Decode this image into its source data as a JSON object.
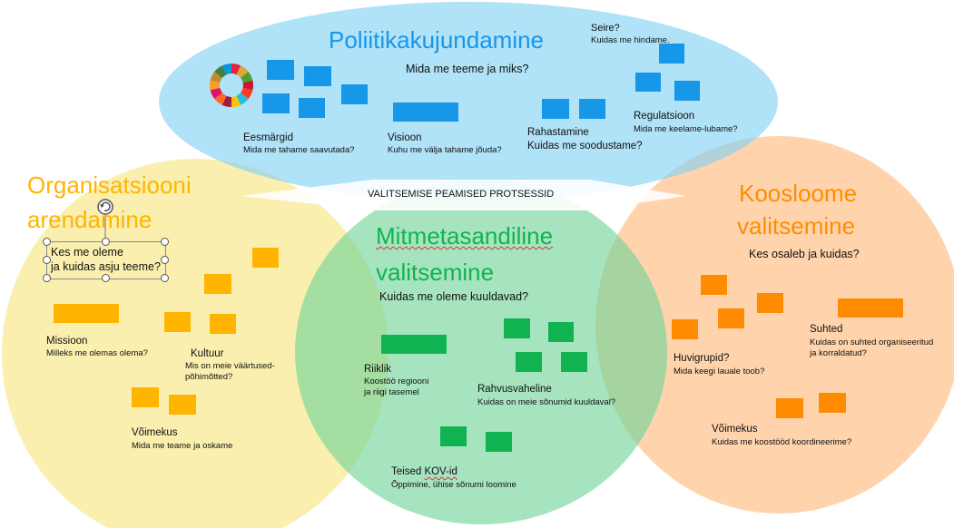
{
  "banner": {
    "text": "VALITSEMISE PEAMISED PROTSESSID"
  },
  "policy": {
    "title": "Poliitikakujundamine",
    "question": "Mida me teeme ja miks?",
    "monitoring_title": "Seire?",
    "monitoring_sub": "Kuidas me hindame.",
    "goals_title": "Eesmärgid",
    "goals_sub": "Mida me tahame saavutada?",
    "vision_title": "Visioon",
    "vision_sub": "Kuhu me välja tahame jõuda?",
    "funding_title": "Rahastamine",
    "funding_sub": "Kuidas me soodustame?",
    "regulation_title": "Regulatsioon",
    "regulation_sub": "Mida me keelame-lubame?",
    "color": "#7fd0f4"
  },
  "org": {
    "title_line1": "Organisatsiooni",
    "title_line2": "arendamine",
    "textbox": "Kes me oleme\nja kuidas asju teeme?",
    "mission_title": "Missioon",
    "mission_sub": "Milleks me olemas olema?",
    "culture_title": "Kultuur",
    "culture_sub": "Mis on meie väärtused-\npõhimõtted?",
    "capacity_title": "Võimekus",
    "capacity_sub": "Mida me teame ja oskame",
    "color": "#f6e26c",
    "title_color": "#ffb400"
  },
  "multi": {
    "title_line1": "Mitmetasandiline",
    "title_line2": "valitsemine",
    "question": "Kuidas me oleme kuuldavad?",
    "state_title": "Riiklik",
    "state_sub": "Koostöö regiooni\nja riigi tasemel",
    "outreach_title": "Rahvusvaheline",
    "outreach_sub": "Kuidas on meie sõnumid kuuldaval?",
    "others_title": "Teised KOV-id",
    "others_sub": "Õppimine, ühise sõnumi loomine",
    "color": "#6fd39a",
    "title_color": "#11b351"
  },
  "co": {
    "title_line1": "Koosloome",
    "title_line2": "valitsemine",
    "question": "Kes osaleb ja kuidas?",
    "relations_title": "Suhted",
    "relations_sub": "Kuidas on suhted organiseeritud\nja korraldatud?",
    "interest_title": "Huvigrupid?",
    "interest_sub": "Mida keegi lauale toob?",
    "capacity_title": "Võimekus",
    "capacity_sub": "Kuidas me koostööd koordineerime?",
    "color": "#ffbd80",
    "title_color": "#ff8c00"
  },
  "sdg_wheel": {
    "icon": "sdg-color-wheel"
  }
}
